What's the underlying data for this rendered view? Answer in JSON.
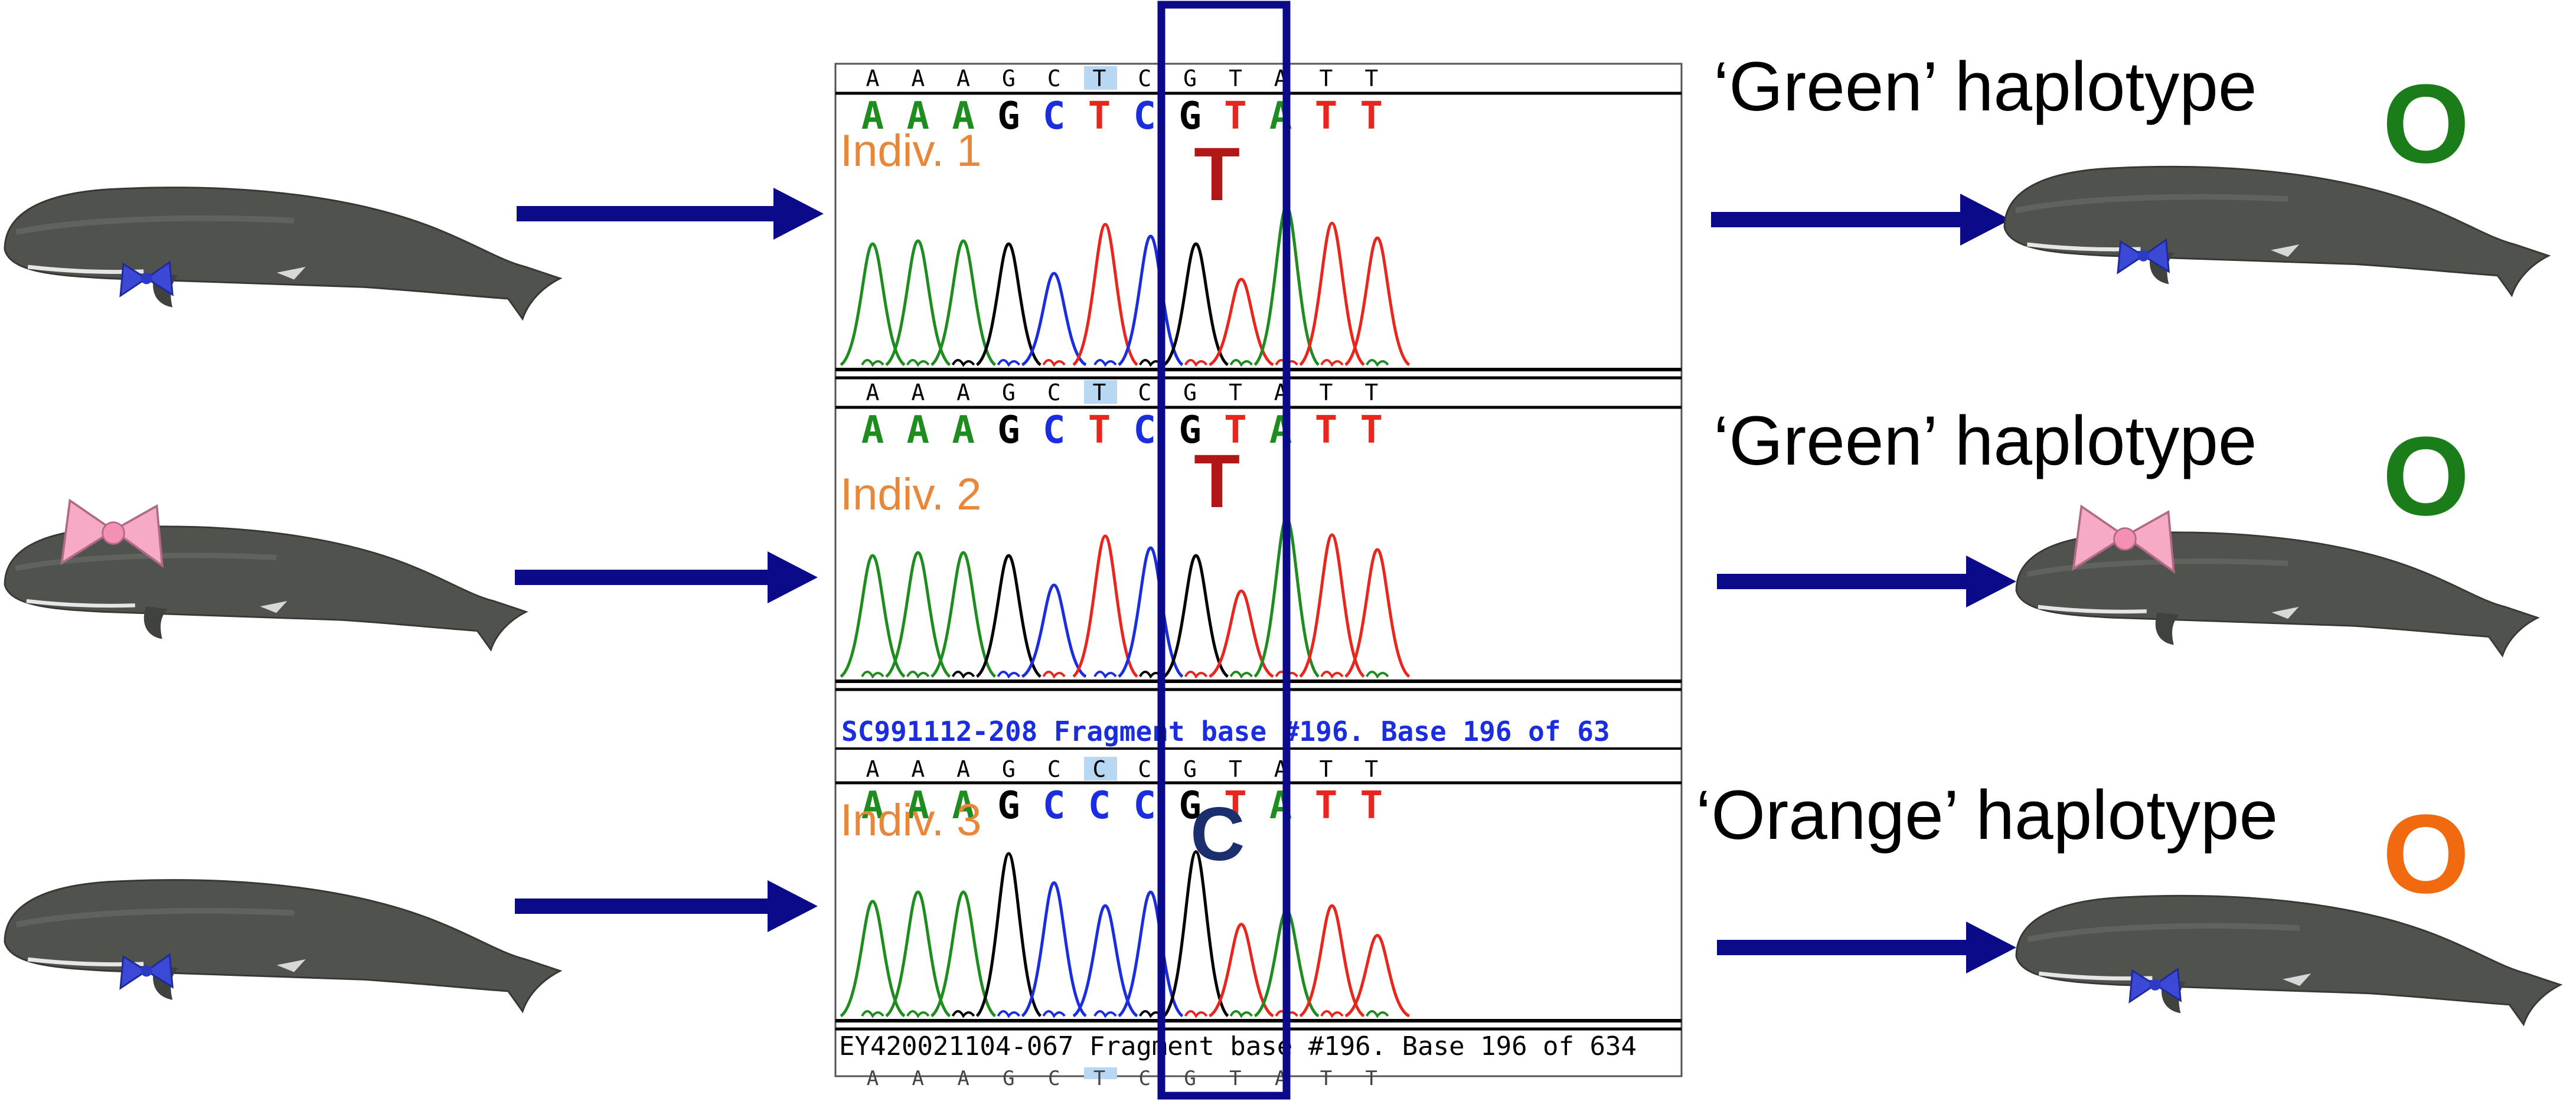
{
  "individuals": [
    {
      "label": "Indiv. 1",
      "called_base": "T",
      "called_base_color": "#b01818",
      "haplotype": "‘Green’ haplotype",
      "haplotype_mark": "O",
      "haplotype_color": "#1a7d1a",
      "bow": "blue",
      "ref_row": [
        "A",
        "A",
        "A",
        "G",
        "C",
        "T",
        "C",
        "G",
        "T",
        "A",
        "T",
        "T"
      ],
      "call_row": [
        "A",
        "A",
        "A",
        "G",
        "C",
        "T",
        "C",
        "G",
        "T",
        "A",
        "T",
        "T"
      ],
      "header_text": ""
    },
    {
      "label": "Indiv. 2",
      "called_base": "T",
      "called_base_color": "#b01818",
      "haplotype": "‘Green’ haplotype",
      "haplotype_mark": "O",
      "haplotype_color": "#1a7d1a",
      "bow": "pink",
      "ref_row": [
        "A",
        "A",
        "A",
        "G",
        "C",
        "T",
        "C",
        "G",
        "T",
        "A",
        "T",
        "T"
      ],
      "call_row": [
        "A",
        "A",
        "A",
        "G",
        "C",
        "T",
        "C",
        "G",
        "T",
        "A",
        "T",
        "T"
      ],
      "header_text": ""
    },
    {
      "label": "Indiv. 3",
      "called_base": "C",
      "called_base_color": "#1b2f6e",
      "haplotype": "‘Orange’ haplotype",
      "haplotype_mark": "O",
      "haplotype_color": "#f26a10",
      "bow": "blue",
      "ref_row": [
        "A",
        "A",
        "A",
        "G",
        "C",
        "C",
        "C",
        "G",
        "T",
        "A",
        "T",
        "T"
      ],
      "call_row": [
        "A",
        "A",
        "A",
        "G",
        "C",
        "C",
        "C",
        "G",
        "T",
        "A",
        "T",
        "T"
      ],
      "header_text": "SC991112-208 Fragment base #196. Base 196 of 63"
    }
  ],
  "footer_text": "EY420021104-067 Fragment base #196. Base 196 of 634",
  "footer_row": [
    "A",
    "A",
    "A",
    "G",
    "C",
    "T",
    "C",
    "G",
    "T",
    "A",
    "T",
    "T"
  ],
  "colors": {
    "A": "#1e8c1e",
    "C": "#1a2ee0",
    "G": "#000000",
    "T": "#e8261e",
    "arrow": "#0b0b8a",
    "highlight_box": "#0b0b8a",
    "column_highlight": "#b8d7f2",
    "header_text": "#1a2ee0",
    "indiv_label": "#e8873a"
  }
}
